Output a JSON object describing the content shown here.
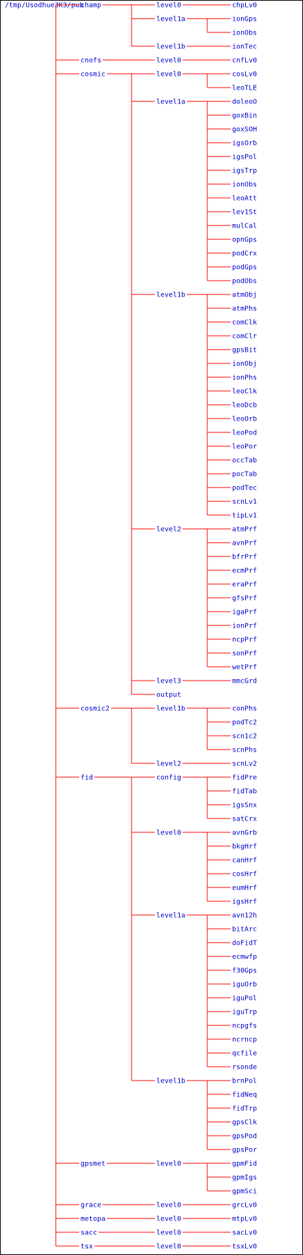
{
  "theme": {
    "text_color": "#0000cc",
    "line_color": "#ff0000"
  },
  "tree": {
    "root": "/tmp/Usodhue3K3/pub",
    "children": [
      {
        "name": "champ",
        "children": [
          {
            "name": "level0",
            "children": [
              "chpLv0"
            ]
          },
          {
            "name": "level1a",
            "children": [
              "ionGps",
              "ionObs"
            ]
          },
          {
            "name": "level1b",
            "children": [
              "ionTec"
            ]
          }
        ]
      },
      {
        "name": "cnofs",
        "children": [
          {
            "name": "level0",
            "children": [
              "cnfLv0"
            ]
          }
        ]
      },
      {
        "name": "cosmic",
        "children": [
          {
            "name": "level0",
            "children": [
              "cosLv0",
              "leoTLE"
            ]
          },
          {
            "name": "level1a",
            "children": [
              "doleoO",
              "goxBin",
              "goxSOH",
              "igsOrb",
              "igsPol",
              "igsTrp",
              "ionObs",
              "leoAtt",
              "lev1St",
              "mulCal",
              "opnGps",
              "podCrx",
              "podGps",
              "podObs"
            ]
          },
          {
            "name": "level1b",
            "children": [
              "atmObj",
              "atmPhs",
              "comClk",
              "comClr",
              "gpsBit",
              "ionObj",
              "ionPhs",
              "leoClk",
              "leoDcb",
              "leoOrb",
              "leoPod",
              "leoPor",
              "occTab",
              "pocTab",
              "podTec",
              "scnLv1",
              "tipLv1"
            ]
          },
          {
            "name": "level2",
            "children": [
              "atmPrf",
              "avnPrf",
              "bfrPrf",
              "ecmPrf",
              "eraPrf",
              "gfsPrf",
              "igaPrf",
              "ionPrf",
              "ncpPrf",
              "sonPrf",
              "wetPrf"
            ]
          },
          {
            "name": "level3",
            "children": [
              "mmcGrd"
            ]
          },
          {
            "name": "output",
            "children": []
          }
        ]
      },
      {
        "name": "cosmic2",
        "children": [
          {
            "name": "level1b",
            "children": [
              "conPhs",
              "podTc2",
              "scn1c2",
              "scnPhs"
            ]
          },
          {
            "name": "level2",
            "children": [
              "scnLv2"
            ]
          }
        ]
      },
      {
        "name": "fid",
        "children": [
          {
            "name": "config",
            "children": [
              "fidPre",
              "fidTab",
              "igsSnx",
              "satCrx"
            ]
          },
          {
            "name": "level0",
            "children": [
              "avnGrb",
              "bkgHrf",
              "canHrf",
              "cosHrf",
              "eumHrf",
              "igsHrf"
            ]
          },
          {
            "name": "level1a",
            "children": [
              "avn12h",
              "bitArc",
              "doFidT",
              "ecmwfp",
              "f30Gps",
              "iguOrb",
              "iguPol",
              "iguTrp",
              "ncpgfs",
              "ncrncp",
              "qcfile",
              "rsonde"
            ]
          },
          {
            "name": "level1b",
            "children": [
              "brnPol",
              "fidNeq",
              "fidTrp",
              "gpsClk",
              "gpsPod",
              "gpsPor"
            ]
          }
        ]
      },
      {
        "name": "gpsmet",
        "children": [
          {
            "name": "level0",
            "children": [
              "gpmFid",
              "gpmIgs",
              "gpmSci"
            ]
          }
        ]
      },
      {
        "name": "grace",
        "children": [
          {
            "name": "level0",
            "children": [
              "grcLv0"
            ]
          }
        ]
      },
      {
        "name": "metopa",
        "children": [
          {
            "name": "level0",
            "children": [
              "mtpLv0"
            ]
          }
        ]
      },
      {
        "name": "sacc",
        "children": [
          {
            "name": "level0",
            "children": [
              "sacLv0"
            ]
          }
        ]
      },
      {
        "name": "tsx",
        "children": [
          {
            "name": "level0",
            "children": [
              "tsxLv0"
            ]
          }
        ]
      }
    ]
  }
}
